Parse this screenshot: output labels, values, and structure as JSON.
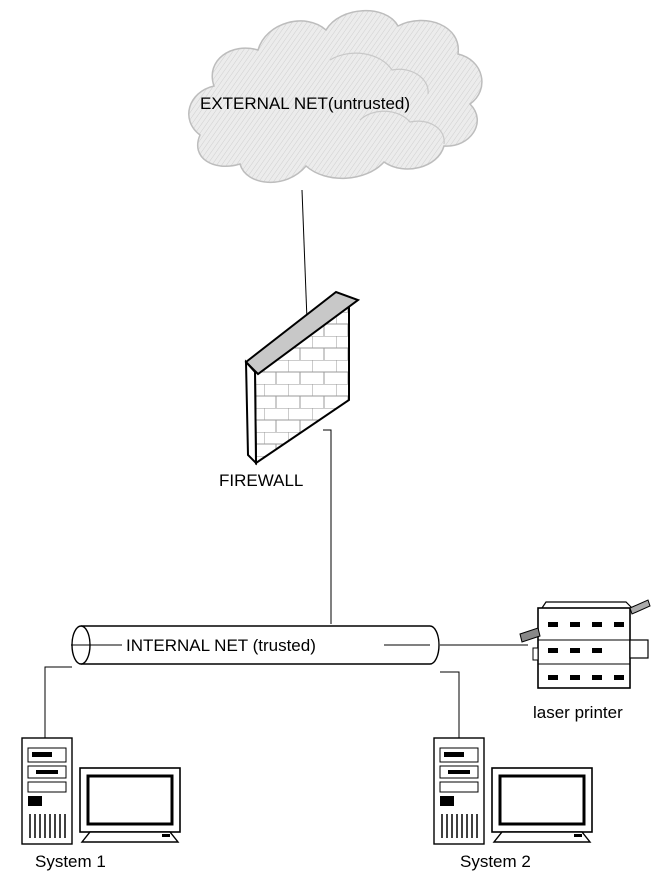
{
  "labels": {
    "external_net": "EXTERNAL NET(untrusted)",
    "firewall": "FIREWALL",
    "internal_net": "INTERNAL NET (trusted)",
    "printer": "laser printer",
    "system1": "System 1",
    "system2": "System 2"
  },
  "colors": {
    "cloud_fill": "#e6e6e6",
    "cloud_stroke": "#bdbdbd",
    "wall_cap": "#c8c8c8",
    "wall_face": "#ffffff",
    "line": "#000000"
  },
  "icons": {
    "cloud": "cloud-icon",
    "firewall": "brick-wall-icon",
    "network": "pipe-icon",
    "printer": "printer-icon",
    "computer": "desktop-computer-icon"
  }
}
